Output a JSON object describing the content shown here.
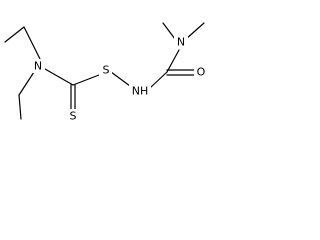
{
  "molecule": {
    "atoms": [
      {
        "id": "n_left",
        "label": "N"
      },
      {
        "id": "s_center",
        "label": "S"
      },
      {
        "id": "s_thione",
        "label": "S"
      },
      {
        "id": "nh",
        "label": "NH"
      },
      {
        "id": "n_right",
        "label": "N"
      },
      {
        "id": "o",
        "label": "O"
      }
    ]
  },
  "colors": {
    "bond": "#000000",
    "background": "#ffffff"
  }
}
